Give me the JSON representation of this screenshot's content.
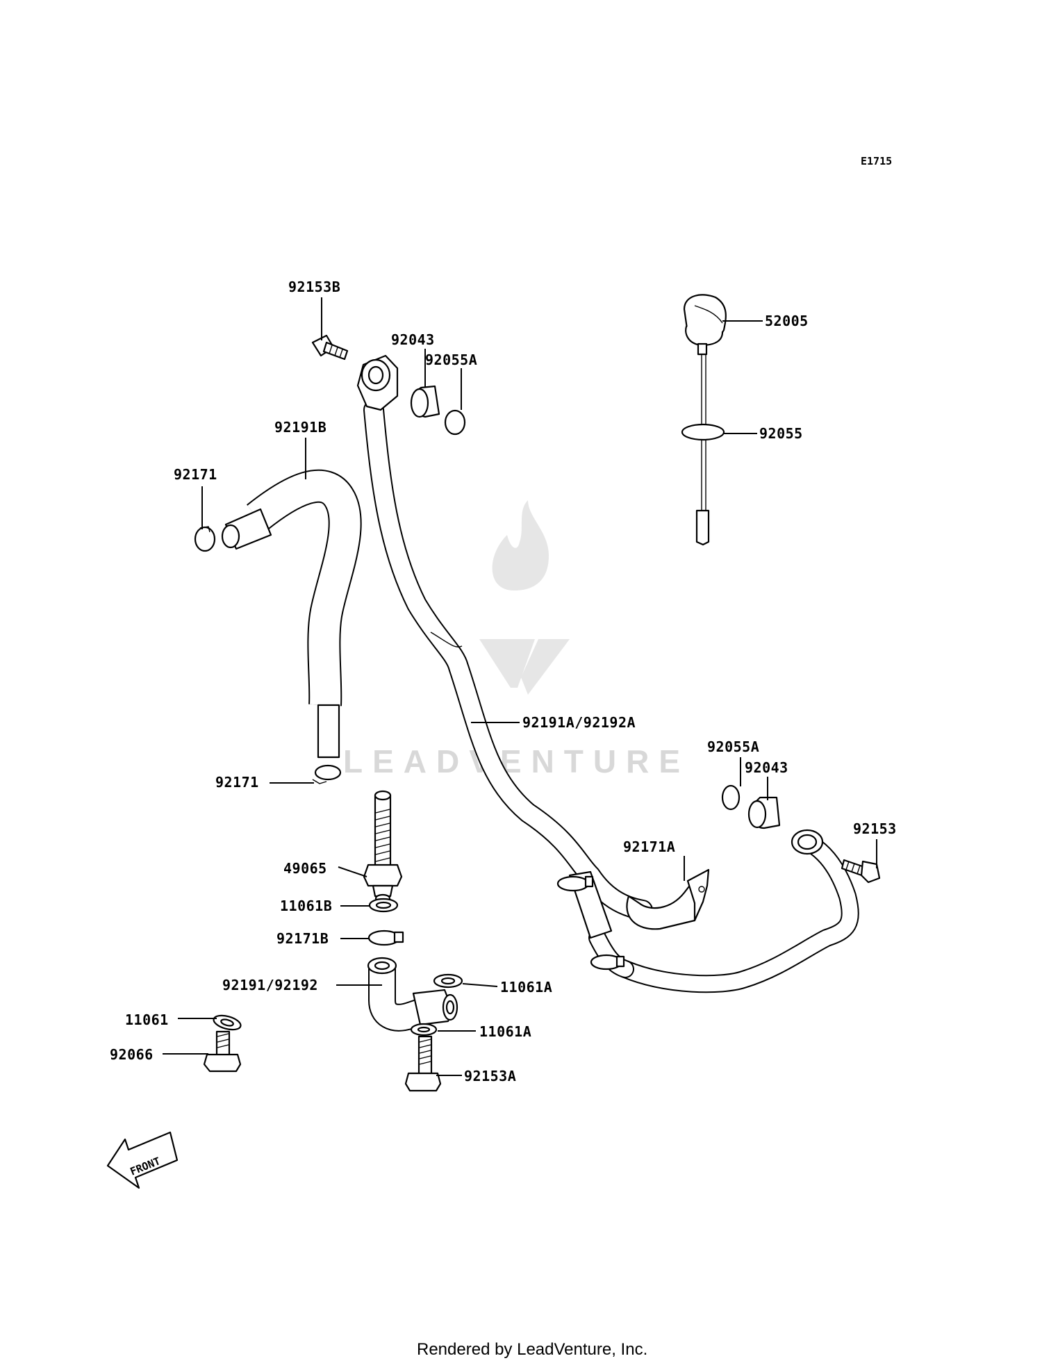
{
  "diagram_code": "E1715",
  "parts": {
    "p92153B": "92153B",
    "p92043_top": "92043",
    "p92055A_top": "92055A",
    "p52005": "52005",
    "p92055": "92055",
    "p92191B": "92191B",
    "p92171_top": "92171",
    "p92191A": "92191A/92192A",
    "p92171_low": "92171",
    "p92055A_right": "92055A",
    "p92043_right": "92043",
    "p92153": "92153",
    "p92171A": "92171A",
    "p49065": "49065",
    "p11061B": "11061B",
    "p92171B": "92171B",
    "p92191": "92191/92192",
    "p11061A_a": "11061A",
    "p11061A_b": "11061A",
    "p11061": "11061",
    "p92066": "92066",
    "p92153A": "92153A"
  },
  "front_arrow": "FRONT",
  "watermark": "LEADVENTURE",
  "footer": "Rendered by LeadVenture, Inc."
}
